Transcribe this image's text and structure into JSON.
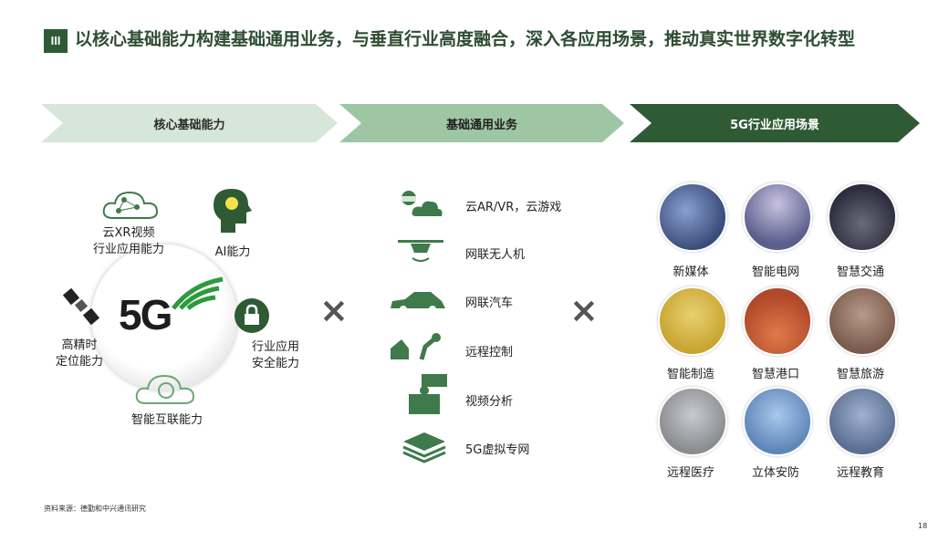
{
  "title": {
    "badge": "III",
    "text": "以核心基础能力构建基础通用业务，与垂直行业高度融合，深入各应用场景，推动真实世界数字化转型"
  },
  "chevrons": [
    "核心基础能力",
    "基础通用业务",
    "5G行业应用场景"
  ],
  "core": {
    "logo_text": "5G",
    "items": [
      {
        "label": "云XR视频\n行业应用能力",
        "icon": "cloud-network-icon"
      },
      {
        "label": "AI能力",
        "icon": "ai-head-icon"
      },
      {
        "label": "高精时\n定位能力",
        "icon": "satellite-icon"
      },
      {
        "label": "行业应用\n安全能力",
        "icon": "lock-icon"
      },
      {
        "label": "智能互联能力",
        "icon": "cloud-connect-icon"
      }
    ]
  },
  "operator": "×",
  "services": [
    {
      "label": "云AR/VR，云游戏",
      "icon": "vr-cloud-icon"
    },
    {
      "label": "网联无人机",
      "icon": "drone-icon"
    },
    {
      "label": "网联汽车",
      "icon": "car-icon"
    },
    {
      "label": "远程控制",
      "icon": "robot-arm-icon"
    },
    {
      "label": "视频分析",
      "icon": "video-analysis-icon"
    },
    {
      "label": "5G虚拟专网",
      "icon": "layers-icon"
    }
  ],
  "scenarios": [
    {
      "label": "新媒体",
      "color": "#3a4c7a"
    },
    {
      "label": "智能电网",
      "color": "#5a5f8c"
    },
    {
      "label": "智慧交通",
      "color": "#2c2c3c"
    },
    {
      "label": "智能制造",
      "color": "#c9a531"
    },
    {
      "label": "智慧港口",
      "color": "#b0482a"
    },
    {
      "label": "智慧旅游",
      "color": "#7a5b4e"
    },
    {
      "label": "远程医疗",
      "color": "#8a8c90"
    },
    {
      "label": "立体安防",
      "color": "#5e86b8"
    },
    {
      "label": "远程教育",
      "color": "#5a6f92"
    }
  ],
  "footnote": "资料来源：德勤和中兴通讯研究",
  "page_number": "18",
  "colors": {
    "dark_green": "#2e5a34",
    "mid_green": "#9fc6a4",
    "light_green": "#d6e6d8",
    "icon_green": "#3f7a4a"
  }
}
